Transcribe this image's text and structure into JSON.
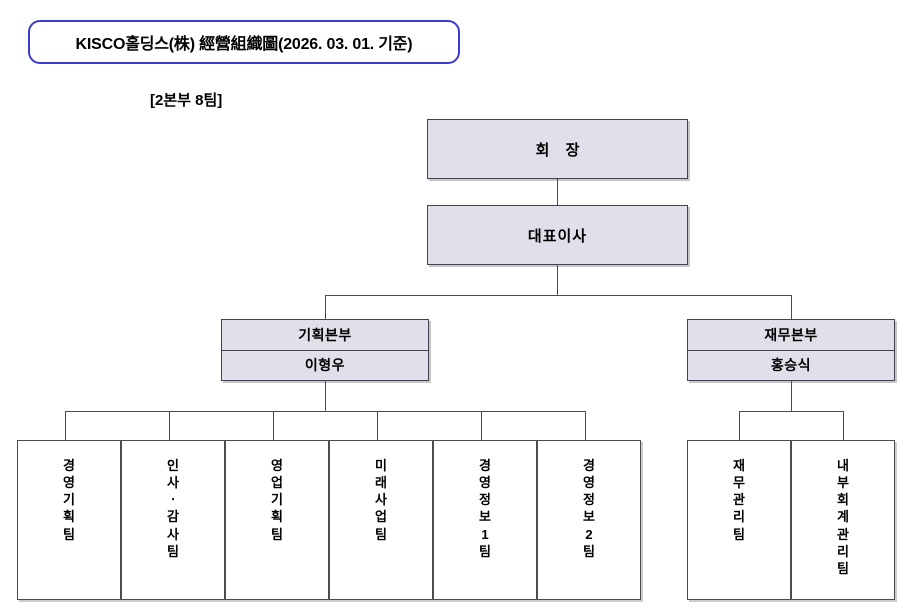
{
  "title": {
    "text": "KISCO홀딩스(株) 經營組織圖(2026. 03. 01. 기준)",
    "border_color": "#3b3bd4"
  },
  "subtitle": {
    "text": "[2본부 8팀]"
  },
  "colors": {
    "node_fill": "#e3dfea",
    "node_border": "#45414f",
    "team_fill": "#ffffff",
    "team_border": "#4c4c4c",
    "line": "#4c4c4c",
    "title_border": "#3b3bd4"
  },
  "org": {
    "chairman": {
      "label": "회 장"
    },
    "ceo": {
      "label": "대표이사"
    },
    "divisions": [
      {
        "name": "기획본부",
        "head": "이형우",
        "teams": [
          {
            "label": "경영기획팀"
          },
          {
            "label": "인사ㆍ감사팀"
          },
          {
            "label": "영업기획팀"
          },
          {
            "label": "미래사업팀"
          },
          {
            "label": "경영정보1팀"
          },
          {
            "label": "경영정보2팀"
          }
        ]
      },
      {
        "name": "재무본부",
        "head": "홍승식",
        "teams": [
          {
            "label": "재무관리팀"
          },
          {
            "label": "내부회계관리팀"
          }
        ]
      }
    ]
  }
}
